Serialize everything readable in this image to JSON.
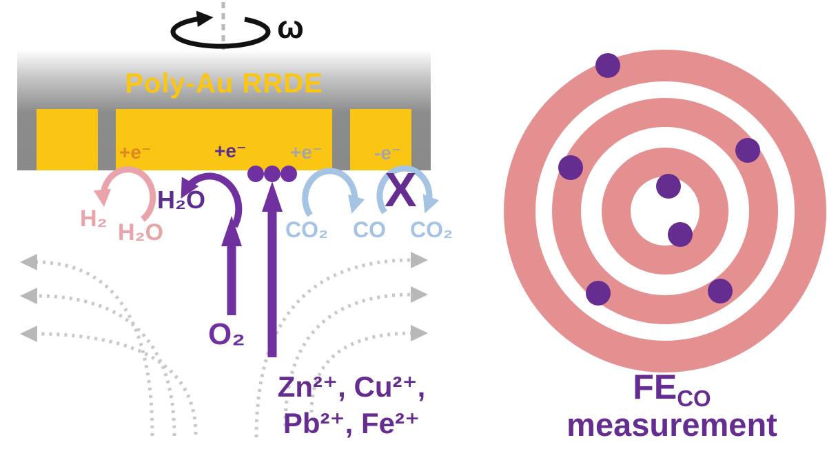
{
  "figure": {
    "rotation": {
      "omega": "ω"
    },
    "electrode": {
      "title": "Poly-Au RRDE",
      "segment_labels": [
        {
          "text": "+e⁻",
          "color": "#e0861f"
        },
        {
          "text": "+e⁻",
          "color": "#5b2d91"
        },
        {
          "text": "+e⁻",
          "color": "#a6a6a6"
        },
        {
          "text": "-e⁻",
          "color": "#a6a6a6"
        }
      ]
    },
    "left_panel": {
      "h2": "H₂",
      "h2o_pink": "H₂O",
      "h2o_purple": "H₂O",
      "co2_in": "CO₂",
      "co_out": "CO",
      "co2_blocked": "CO₂",
      "blocked_x": "X",
      "o2": "O₂",
      "ions_line1": "Zn²⁺, Cu²⁺,",
      "ions_line2": "Pb²⁺, Fe²⁺"
    },
    "right_panel": {
      "fe_base": "FE",
      "fe_sub": "CO",
      "caption_line2": "measurement"
    },
    "colors": {
      "gold": "#fbc613",
      "electrode_gray": "#8c8c8c",
      "purple": "#7030a0",
      "purple_dark": "#662d91",
      "pink": "#e9a3ab",
      "light_blue": "#a5c3e3",
      "salmon": "#e59090",
      "dash_gray": "#c9c9c9"
    }
  }
}
